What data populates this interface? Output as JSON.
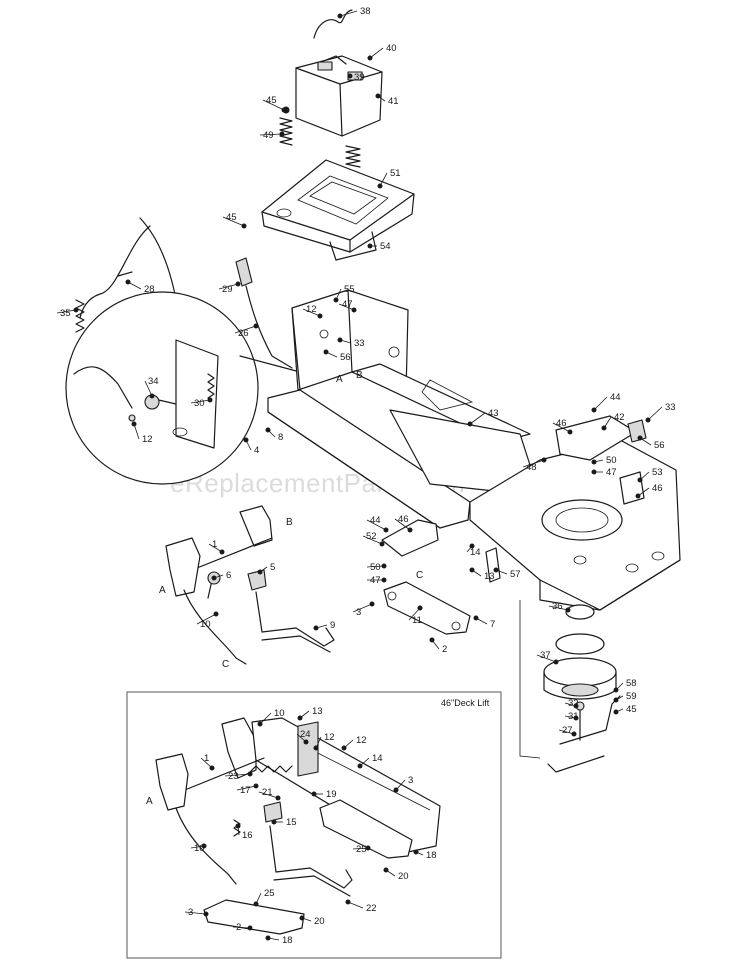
{
  "watermark": "eReplacementParts.com",
  "inset_title": "46\"Deck Lift",
  "callouts": [
    {
      "id": "c38",
      "text": "38"
    },
    {
      "id": "c40",
      "text": "40"
    },
    {
      "id": "c39",
      "text": "39"
    },
    {
      "id": "c41",
      "text": "41"
    },
    {
      "id": "c45a",
      "text": "45"
    },
    {
      "id": "c49",
      "text": "49"
    },
    {
      "id": "c51",
      "text": "51"
    },
    {
      "id": "c45b",
      "text": "45"
    },
    {
      "id": "c54",
      "text": "54"
    },
    {
      "id": "c28",
      "text": "28"
    },
    {
      "id": "c29",
      "text": "29"
    },
    {
      "id": "c55",
      "text": "55"
    },
    {
      "id": "c12a",
      "text": "12"
    },
    {
      "id": "c47a",
      "text": "47"
    },
    {
      "id": "c35",
      "text": "35"
    },
    {
      "id": "c26",
      "text": "26"
    },
    {
      "id": "c33a",
      "text": "33"
    },
    {
      "id": "c56a",
      "text": "56"
    },
    {
      "id": "c34",
      "text": "34"
    },
    {
      "id": "c30",
      "text": "30"
    },
    {
      "id": "c12b",
      "text": "12"
    },
    {
      "id": "c8",
      "text": "8"
    },
    {
      "id": "c4",
      "text": "4"
    },
    {
      "id": "c43",
      "text": "43"
    },
    {
      "id": "c44a",
      "text": "44"
    },
    {
      "id": "c33b",
      "text": "33"
    },
    {
      "id": "c46a",
      "text": "46"
    },
    {
      "id": "c42",
      "text": "42"
    },
    {
      "id": "c56b",
      "text": "56"
    },
    {
      "id": "c48",
      "text": "48"
    },
    {
      "id": "c50a",
      "text": "50"
    },
    {
      "id": "c47b",
      "text": "47"
    },
    {
      "id": "c53",
      "text": "53"
    },
    {
      "id": "c46b",
      "text": "46"
    },
    {
      "id": "c44b",
      "text": "44"
    },
    {
      "id": "c46c",
      "text": "46"
    },
    {
      "id": "c52",
      "text": "52"
    },
    {
      "id": "c14a",
      "text": "14"
    },
    {
      "id": "c50b",
      "text": "50"
    },
    {
      "id": "c47c",
      "text": "47"
    },
    {
      "id": "c13a",
      "text": "13"
    },
    {
      "id": "c57",
      "text": "57"
    },
    {
      "id": "c1a",
      "text": "1"
    },
    {
      "id": "c6",
      "text": "6"
    },
    {
      "id": "c5",
      "text": "5"
    },
    {
      "id": "c10a",
      "text": "10"
    },
    {
      "id": "c9",
      "text": "9"
    },
    {
      "id": "c3a",
      "text": "3"
    },
    {
      "id": "c11",
      "text": "11"
    },
    {
      "id": "c7",
      "text": "7"
    },
    {
      "id": "c2a",
      "text": "2"
    },
    {
      "id": "c36",
      "text": "36"
    },
    {
      "id": "c37",
      "text": "37"
    },
    {
      "id": "c58",
      "text": "58"
    },
    {
      "id": "c59",
      "text": "59"
    },
    {
      "id": "c45c",
      "text": "45"
    },
    {
      "id": "c32",
      "text": "32"
    },
    {
      "id": "c31",
      "text": "31"
    },
    {
      "id": "c27",
      "text": "27"
    },
    {
      "id": "c10b",
      "text": "10"
    },
    {
      "id": "c13b",
      "text": "13"
    },
    {
      "id": "c24",
      "text": "24"
    },
    {
      "id": "c12c",
      "text": "12"
    },
    {
      "id": "c12d",
      "text": "12"
    },
    {
      "id": "c1b",
      "text": "1"
    },
    {
      "id": "c14b",
      "text": "14"
    },
    {
      "id": "c23",
      "text": "23"
    },
    {
      "id": "c17",
      "text": "17"
    },
    {
      "id": "c3b",
      "text": "3"
    },
    {
      "id": "c21",
      "text": "21"
    },
    {
      "id": "c19",
      "text": "19"
    },
    {
      "id": "c16",
      "text": "16"
    },
    {
      "id": "c15",
      "text": "15"
    },
    {
      "id": "c25a",
      "text": "25"
    },
    {
      "id": "c18a",
      "text": "18"
    },
    {
      "id": "c10c",
      "text": "10"
    },
    {
      "id": "c20a",
      "text": "20"
    },
    {
      "id": "c22",
      "text": "22"
    },
    {
      "id": "c25b",
      "text": "25"
    },
    {
      "id": "c3c",
      "text": "3"
    },
    {
      "id": "c20b",
      "text": "20"
    },
    {
      "id": "c2b",
      "text": "2"
    },
    {
      "id": "c18b",
      "text": "18"
    }
  ],
  "reference_letters": [
    {
      "id": "lA1",
      "text": "A"
    },
    {
      "id": "lB1",
      "text": "B"
    },
    {
      "id": "lB2",
      "text": "B"
    },
    {
      "id": "lA2",
      "text": "A"
    },
    {
      "id": "lC1",
      "text": "C"
    },
    {
      "id": "lC2",
      "text": "C"
    },
    {
      "id": "lA3",
      "text": "A"
    }
  ]
}
